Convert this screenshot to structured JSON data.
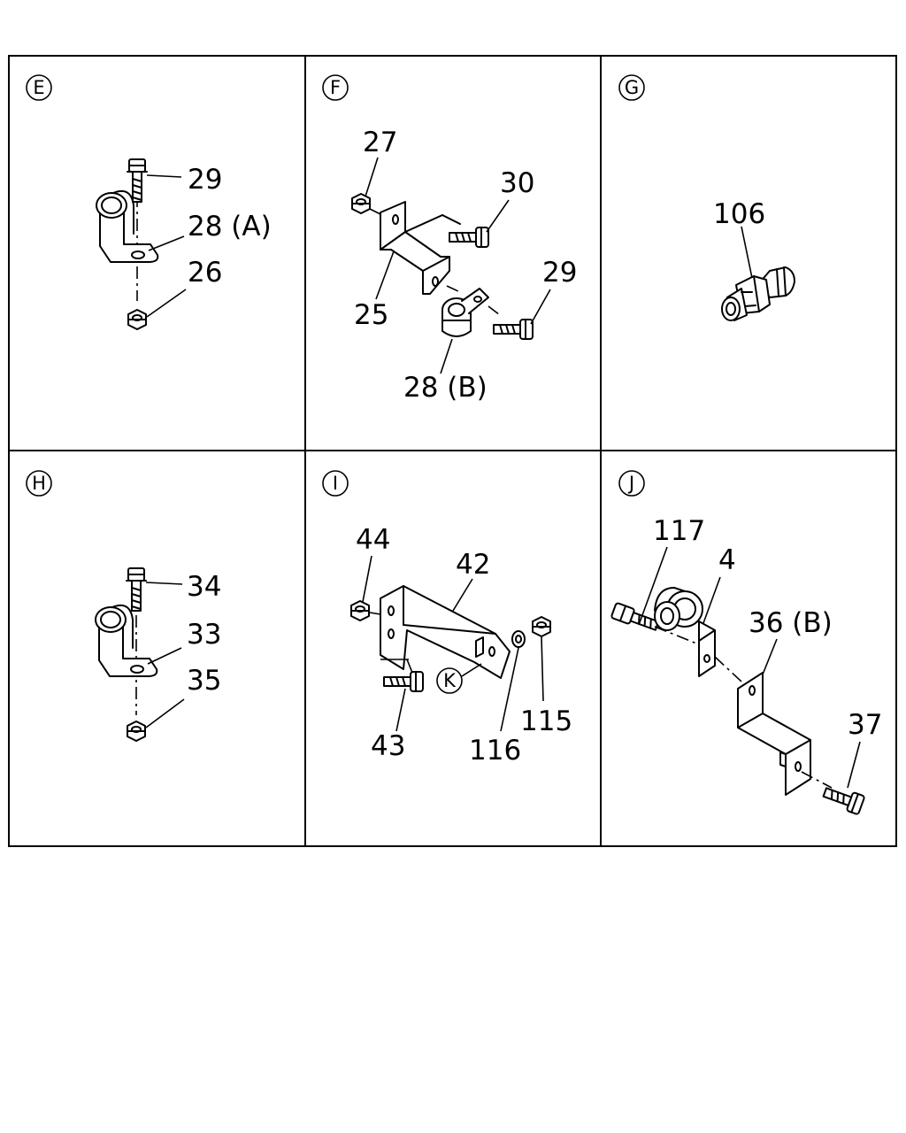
{
  "panels": [
    {
      "id": "E",
      "labels": [
        "29",
        "28 (A)",
        "26"
      ]
    },
    {
      "id": "F",
      "labels": [
        "27",
        "30",
        "29",
        "25",
        "28 (B)"
      ]
    },
    {
      "id": "G",
      "labels": [
        "106"
      ]
    },
    {
      "id": "H",
      "labels": [
        "34",
        "33",
        "35"
      ]
    },
    {
      "id": "I",
      "labels": [
        "44",
        "42",
        "43",
        "116",
        "115"
      ],
      "callout": "K"
    },
    {
      "id": "J",
      "labels": [
        "117",
        "4",
        "36 (B)",
        "37"
      ]
    }
  ]
}
